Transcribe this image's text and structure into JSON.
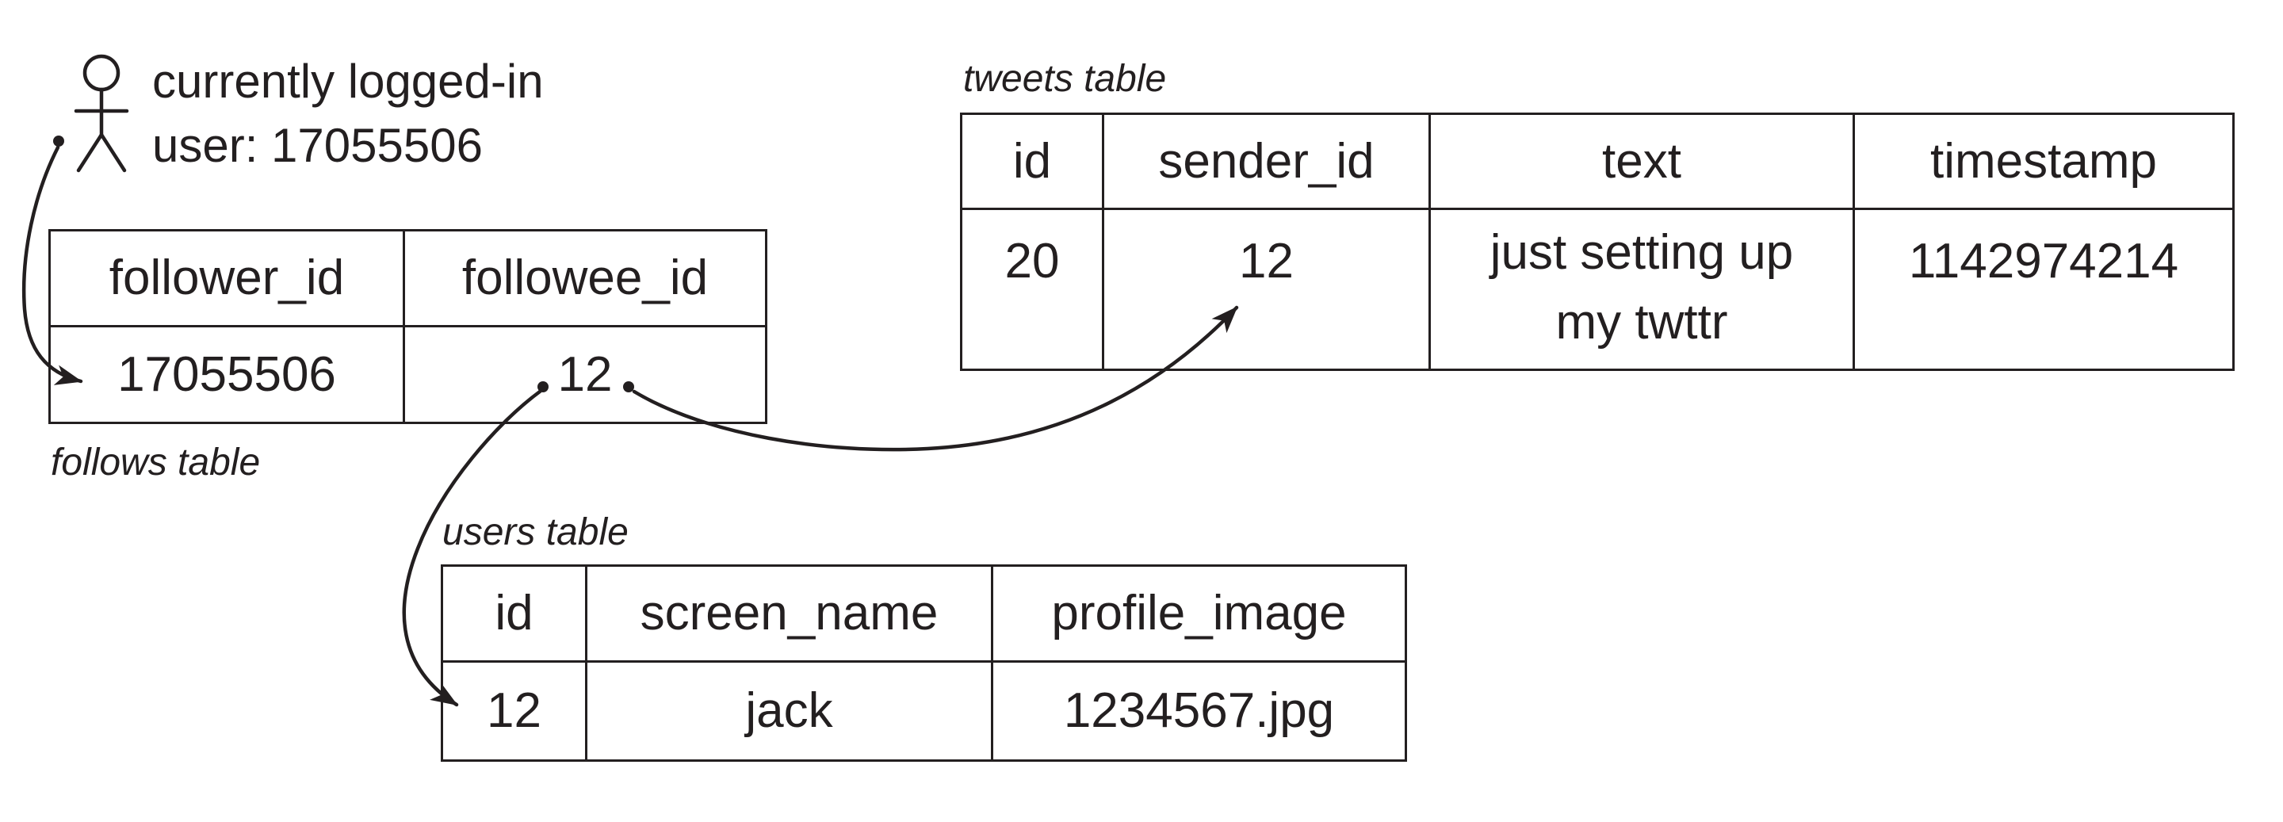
{
  "figure": {
    "colors": {
      "ink": "#231f20",
      "background": "#ffffff"
    },
    "actor": {
      "caption": "currently logged-in\nuser: 17055506",
      "user_id": "17055506"
    },
    "tables": {
      "follows": {
        "label": "follows table",
        "headers": [
          "follower_id",
          "followee_id"
        ],
        "rows": [
          [
            "17055506",
            "12"
          ]
        ]
      },
      "tweets": {
        "label": "tweets table",
        "headers": [
          "id",
          "sender_id",
          "text",
          "timestamp"
        ],
        "rows": [
          [
            "20",
            "12",
            "just setting up\nmy twttr",
            "1142974214"
          ]
        ]
      },
      "users": {
        "label": "users table",
        "headers": [
          "id",
          "screen_name",
          "profile_image"
        ],
        "rows": [
          [
            "12",
            "jack",
            "1234567.jpg"
          ]
        ]
      }
    },
    "relationships": [
      "logged-in user id points to follows.follower_id value 17055506",
      "follows.followee_id value 12 points to tweets.sender_id value 12",
      "follows.followee_id value 12 points to users.id value 12"
    ]
  }
}
